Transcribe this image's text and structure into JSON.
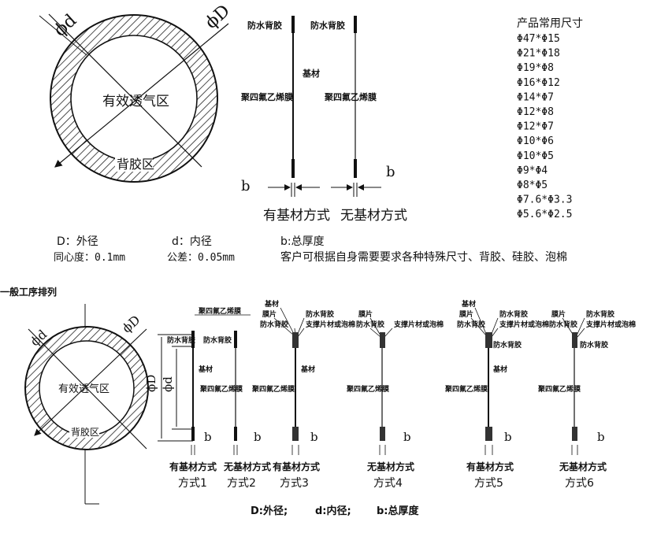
{
  "top": {
    "circle": {
      "label_d_inner": "ϕd",
      "label_d_outer": "ϕD",
      "effective_zone": "有效透气区",
      "adhesive_zone": "背胶区"
    },
    "strip1": {
      "waterproof_adhesive": "防水背胶",
      "substrate": "基材",
      "ptfe_membrane": "聚四氟乙烯膜",
      "thickness": "b",
      "caption": "有基材方式"
    },
    "strip2": {
      "waterproof_adhesive": "防水背胶",
      "ptfe_membrane": "聚四氟乙烯膜",
      "thickness": "b",
      "caption": "无基材方式"
    },
    "sizes": {
      "title": "产品常用尺寸",
      "items": [
        "Φ47*Φ15",
        "Φ21*Φ18",
        "Φ19*Φ8",
        "Φ16*Φ12",
        "Φ14*Φ7",
        "Φ12*Φ8",
        "Φ12*Φ7",
        "Φ10*Φ6",
        "Φ10*Φ5",
        "Φ9*Φ4",
        "Φ8*Φ5",
        "Φ7.6*Φ3.3",
        "Φ5.6*Φ2.5"
      ]
    },
    "legend": {
      "outer": "D：外径",
      "inner": "d：内径",
      "thickness": "b:总厚度",
      "concentricity": "同心度：0.1mm",
      "tolerance": "公差：0.05mm",
      "note": "客户可根据自身需要要求各种特殊尺寸、背胶、硅胶、泡棉"
    }
  },
  "section_title": "一般工序排列",
  "bottom": {
    "circle": {
      "label_d_inner": "ϕd",
      "label_d_outer": "ϕD",
      "effective_zone": "有效透气区",
      "adhesive_zone": "背胶区"
    },
    "dim_D": "ϕD",
    "dim_d": "ϕd",
    "labels": {
      "ptfe": "聚四氟乙烯膜",
      "waterproof": "防水背胶",
      "substrate": "基材",
      "film": "膜片",
      "support": "支撑片材或泡棉",
      "b": "b"
    },
    "captions": {
      "with_substrate": "有基材方式",
      "without_substrate": "无基材方式"
    },
    "methods": [
      "方式1",
      "方式2",
      "方式3",
      "方式4",
      "方式5",
      "方式6"
    ],
    "legend": {
      "outer": "D:外径;",
      "inner": "d:内径;",
      "thickness": "b:总厚度"
    }
  }
}
